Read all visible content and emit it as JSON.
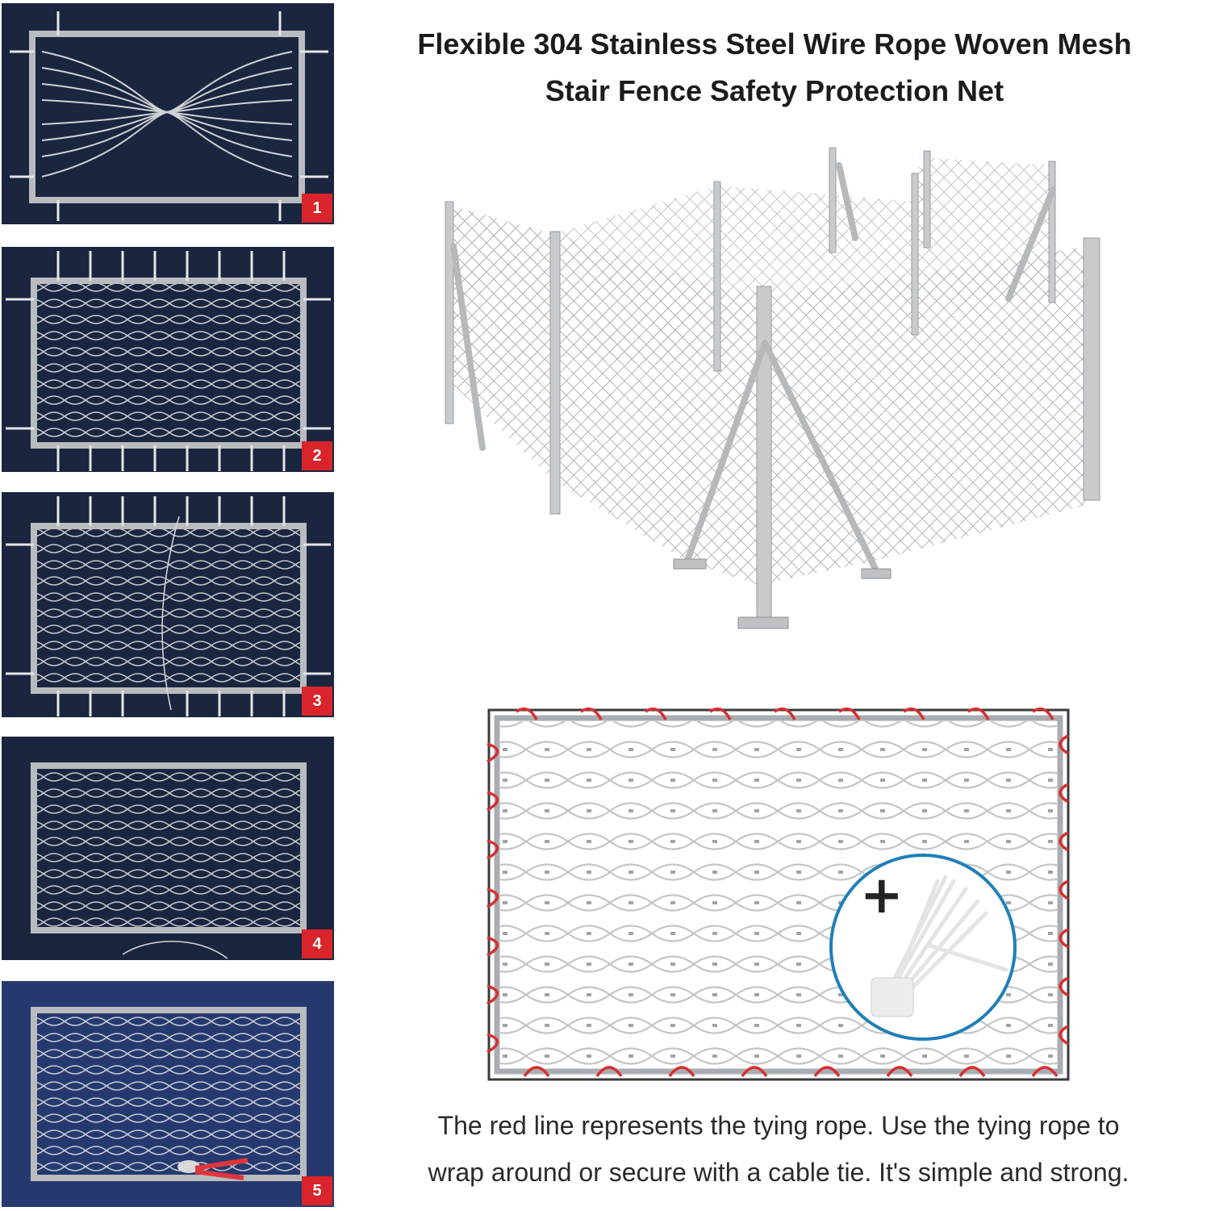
{
  "title": {
    "line1": "Flexible 304 Stainless Steel Wire Rope Woven Mesh",
    "line2": "Stair Fence Safety Protection Net"
  },
  "steps": [
    {
      "number": "1",
      "stage": "mesh-gathered"
    },
    {
      "number": "2",
      "stage": "mesh-stretched-and-tied"
    },
    {
      "number": "3",
      "stage": "threading-edge-rope"
    },
    {
      "number": "4",
      "stage": "ties-removed"
    },
    {
      "number": "5",
      "stage": "finished-net-with-crimp-tool"
    }
  ],
  "caption": {
    "line1": "The red line represents the tying rope. Use the tying rope to",
    "line2": "wrap around or secure with a cable tie. It's simple and strong."
  },
  "extras": {
    "plus_sign": "+",
    "icons": [
      "fence-illustration",
      "cable-tie-bundle-icon"
    ]
  },
  "colors": {
    "badge_red": "#d8242a",
    "tying_rope_red": "#d62f2f",
    "circle_blue": "#1f7fb8",
    "steel_gray": "#a9adb1"
  }
}
